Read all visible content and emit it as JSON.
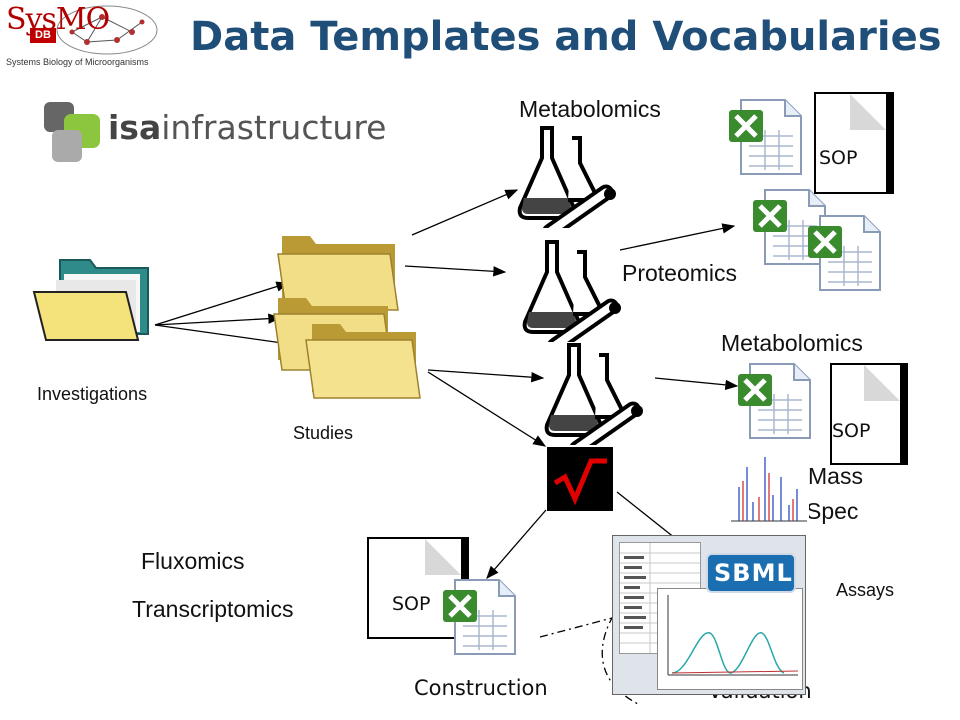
{
  "title": "Data Templates and Vocabularies",
  "logos": {
    "sysmo_text": "SysMO",
    "sysmo_db": "DB",
    "sysmo_tagline": "Systems Biology of Microorganisms",
    "isa_bold": "isa",
    "isa_rest": "infrastructure"
  },
  "labels": {
    "investigations": "Investigations",
    "studies": "Studies",
    "metabolomics_top": "Metabolomics",
    "proteomics": "Proteomics",
    "metabolomics_mid": "Metabolomics",
    "mass_spec_line1": "Mass",
    "mass_spec_line2": "Spec",
    "fluxomics": "Fluxomics",
    "transcriptomics": "Transcriptomics",
    "assays": "Assays",
    "construction": "Construction",
    "validation": "Validation",
    "sbml": "SBML"
  },
  "sop": {
    "top": "SOP",
    "mid": "SOP",
    "bottom": "SOP"
  },
  "colors": {
    "title": "#1f4e79",
    "excel_green": "#3a8a2e",
    "folder_yellow": "#f4e27a",
    "folder_teal": "#2f8a8a",
    "isa_green": "#8cc63f"
  }
}
